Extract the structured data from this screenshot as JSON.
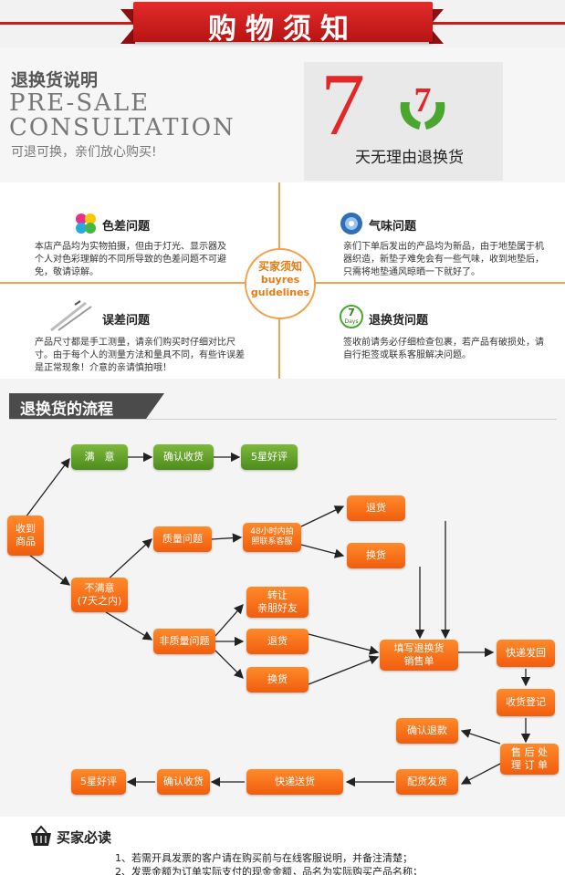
{
  "header": {
    "title": "购物须知"
  },
  "presale": {
    "heading": "退换货说明",
    "line1": "PRE-SALE",
    "line2": "CONSULTATION",
    "subtitle": "可退可换，亲们放心购买!",
    "badge_number": "7",
    "badge_text": "天无理由退换货",
    "accent_color": "#e32727"
  },
  "guidelines": {
    "center_title": "买家须知",
    "center_en_1": "buyres",
    "center_en_2": "guidelines",
    "items": [
      {
        "title": "色差问题",
        "icon": "color-dots-icon",
        "text": "本店产品均为实物拍摄，但由于灯光、显示器及个人对色彩理解的不同所导致的色差问题不可避免，敬请谅解。"
      },
      {
        "title": "气味问题",
        "icon": "disc-icon",
        "text": "亲们下单后发出的产品均为新品，由于地垫属于机器织造，新垫子难免会有一些气味，收到地垫后，只需将地垫通风晾晒一下就好了。"
      },
      {
        "title": "误差问题",
        "icon": "ruler-pen-icon",
        "text": "产品尺寸都是手工测量，请亲们购买时仔细对比尺寸。由于每个人的测量方法和量具不同，有些许误差是正常现象！介意的亲请慎拍哦！"
      },
      {
        "title": "退换货问题",
        "icon": "seven-days-icon",
        "badge": "7",
        "badge_sub": "Days",
        "text": "签收前请务必仔细检查包裹，若产品有破损处，请自行拒签或联系客服解决问题。"
      }
    ],
    "line_color": "#f0a14a"
  },
  "process": {
    "title": "退换货的流程",
    "nodes": {
      "received": "收到\n商品",
      "satisfied": "满　意",
      "confirm1": "确认收货",
      "review1": "5星好评",
      "unsatisfied": "不满意\n(7天之内)",
      "quality": "质量问题",
      "photo48": "48小时内拍\n照联系客服",
      "return1": "退货",
      "exchange1": "换货",
      "nonquality": "非质量问题",
      "transfer": "转让\n亲朋好友",
      "return2": "退货",
      "exchange2": "换货",
      "fillform": "填写退换货\n销售单",
      "express": "快递发回",
      "receiptreg": "收货登记",
      "aftersale": "售 后 处\n理 订 单",
      "refund": "确认退款",
      "reship": "配货发货",
      "delivery": "快递送货",
      "confirm2": "确认收货",
      "review2": "5星好评"
    },
    "orange": "#f15d0e",
    "green": "#4d8c1c"
  },
  "notes": {
    "title": "买家必读",
    "icon": "basket-icon",
    "line1": "1、若需开具发票的客户请在购买前与在线客服说明，并备注清楚；",
    "line2": "2、发票金额为订单实际支付的现金金额，品名为实际购买产品名称；"
  }
}
